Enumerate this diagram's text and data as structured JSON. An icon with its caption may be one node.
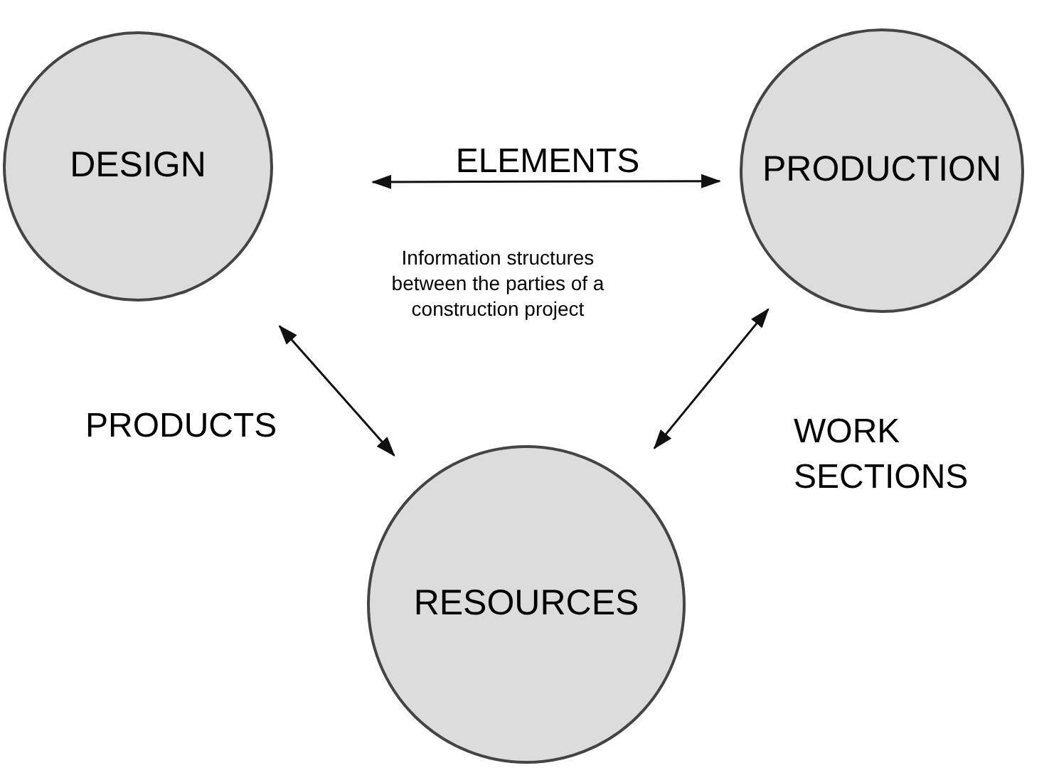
{
  "diagram": {
    "nodes": [
      {
        "text": [
          "DESIGN"
        ]
      },
      {
        "text": [
          "PRODUCTION"
        ]
      },
      {
        "text": [
          "RESOURCES"
        ]
      }
    ],
    "edges": [
      {
        "from": 0,
        "to": 1,
        "arrow": "both",
        "label": "ELEMENTS"
      },
      {
        "from": 0,
        "to": 2,
        "arrow": "both",
        "label": "PRODUCTS"
      },
      {
        "from": 1,
        "to": 2,
        "arrow": "both",
        "label": "WORK SECTIONS"
      }
    ],
    "labels": [
      "Information structures between the parties of a construction project"
    ]
  }
}
